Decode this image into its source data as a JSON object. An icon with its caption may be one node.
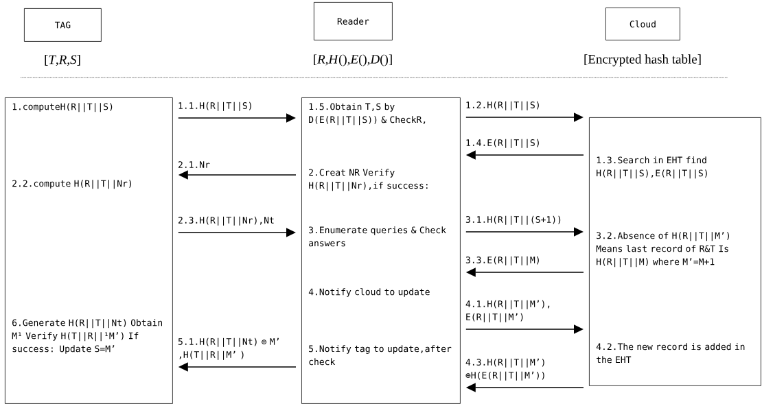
{
  "diagram": {
    "nodes": [
      {
        "text": [
          "TAG"
        ],
        "beside": [
          "[*T*,*R*,*S*]"
        ]
      },
      {
        "text": [
          "Reader"
        ],
        "beside": [
          "[*R*,*H*(),*E*(),*D*()]"
        ]
      },
      {
        "text": [
          "Cloud"
        ],
        "beside": [
          "[Encrypted hash table]"
        ]
      },
      {
        "text": [
          "1.computeH(R||T||S)",
          "2.2.compute H(R||T||Nr)",
          "6.Generate H(R||T||Nt) Obtain M¹ Verify H(T||R||¹M’) If success: Update S=M’"
        ]
      },
      {
        "text": [
          "1.5.Obtain T,S by D(E(R||T||S)) & CheckR,",
          "2.Creat NR Verify H(R||T||Nr),if success:",
          "3.Enumerate queries & Check answers",
          "4.Notify cloud to update",
          "5.Notify tag to update,after check"
        ]
      },
      {
        "text": [
          "1.3.Search in EHT find H(R||T||S),E(R||T||S)",
          "3.2.Absence of H(R||T||M’) Means last record of R&T Is H(R||T||M) where M’=M+1",
          "4.2.The new record is added in the EHT"
        ]
      }
    ],
    "edges": [
      {
        "from": 3,
        "to": 4,
        "arrow": "to",
        "label": "1.1.H(R||T||S)"
      },
      {
        "from": 4,
        "to": 3,
        "arrow": "to",
        "label": "2.1.Nr"
      },
      {
        "from": 3,
        "to": 4,
        "arrow": "to",
        "label": "2.3.H(R||T||Nr),Nt"
      },
      {
        "from": 4,
        "to": 3,
        "arrow": "to",
        "label": "5.1.H(R||T||Nt) ⊕ M’ ,H(T||R||M’ )"
      },
      {
        "from": 4,
        "to": 5,
        "arrow": "to",
        "label": "1.2.H(R||T||S)"
      },
      {
        "from": 5,
        "to": 4,
        "arrow": "to",
        "label": "1.4.E(R||T||S)"
      },
      {
        "from": 4,
        "to": 5,
        "arrow": "to",
        "label": "3.1.H(R||T||(S+1))"
      },
      {
        "from": 5,
        "to": 4,
        "arrow": "to",
        "label": "3.3.E(R||T||M)"
      },
      {
        "from": 4,
        "to": 5,
        "arrow": "to",
        "label": "4.1.H(R||T||M’), E(R||T||M’)"
      },
      {
        "from": 5,
        "to": 4,
        "arrow": "to",
        "label": "4.3.H(R||T||M’) ⊕H(E(R||T||M’))"
      }
    ]
  }
}
